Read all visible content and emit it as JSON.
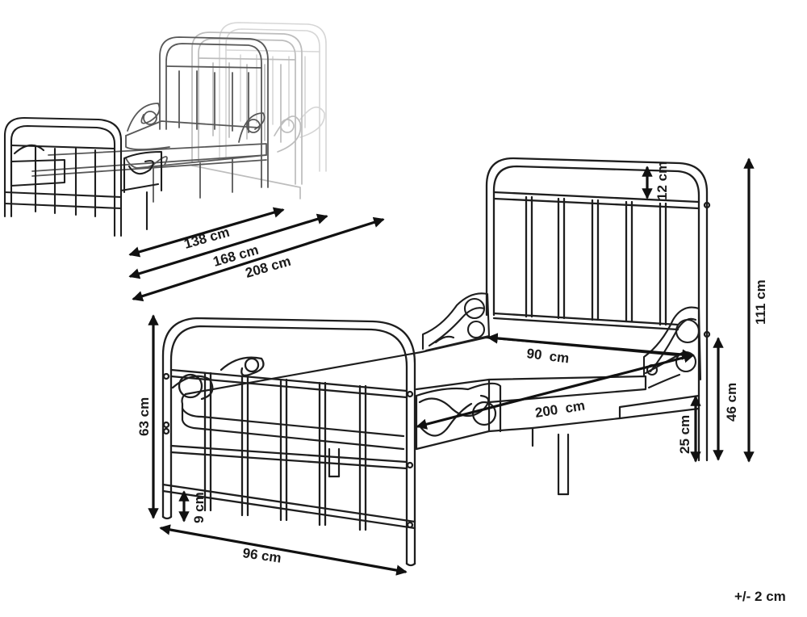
{
  "dimensions": {
    "d138": "138 cm",
    "d168": "168 cm",
    "d208": "208 cm",
    "d12": "12 cm",
    "d111": "111 cm",
    "d90": "90  cm",
    "d200": "200  cm",
    "d46": "46 cm",
    "d25": "25 cm",
    "d63": "63 cm",
    "d9": "9 cm",
    "d96": "96 cm"
  },
  "tolerance": "+/- 2 cm",
  "colors": {
    "line": "#1e1e1e",
    "faded_near": "#585858",
    "faded_mid": "#bdbdbd",
    "faded_far": "#d6d6d6"
  }
}
